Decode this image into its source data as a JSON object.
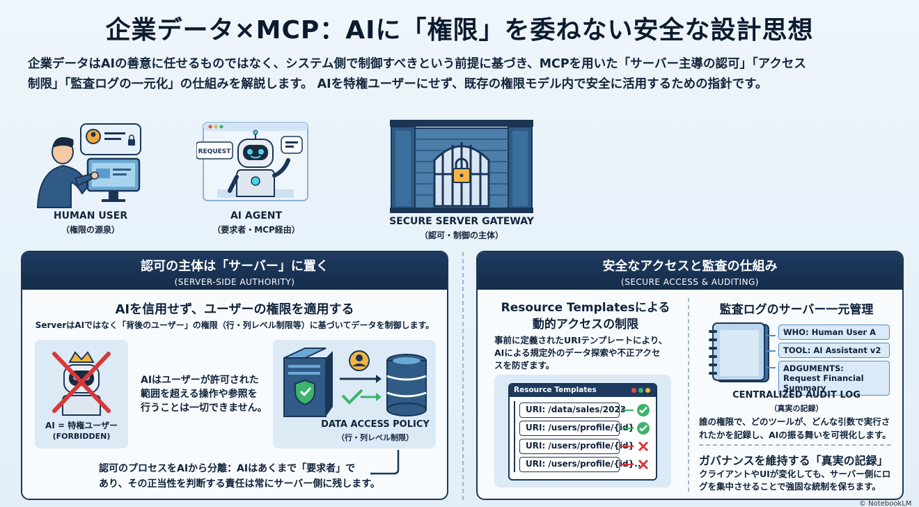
{
  "title": "企業データ×MCP：AIに「権限」を委ねない安全な設計思想",
  "intro": {
    "line1": "企業データはAIの善意に任せるものではなく、システム側で制御すべきという前提に基づき、MCPを用いた「サーバー主導の認可」「アクセス",
    "line2": "制限」「監査ログの一元化」の仕組みを解説します。 AIを特権ユーザーにせず、既存の権限モデル内で安全に活用するための指針です。"
  },
  "actors": {
    "human": {
      "label": "HUMAN USER",
      "sub": "（権限の源泉）"
    },
    "agent": {
      "label": "AI AGENT",
      "sub": "（要求者・MCP経由）",
      "bubble": "REQUEST"
    },
    "gateway": {
      "label": "SECURE SERVER GATEWAY",
      "sub": "（認可・制御の主体）"
    }
  },
  "left_panel": {
    "title": "認可の主体は「サーバー」に置く",
    "subtitle": "(SERVER-SIDE AUTHORITY)",
    "heading": "AIを信用せず、ユーザーの権限を適用する",
    "desc": "ServerはAIではなく「背後のユーザー」の権限（行・列レベル制限等）に基づいてデータを制御します。",
    "forbidden_label": "AI = 特権ユーザー",
    "forbidden_sub": "(FORBIDDEN)",
    "middle_line1": "AIはユーザーが許可された",
    "middle_line2": "範囲を超える操作や参照を",
    "middle_line3": "行うことは一切できません。",
    "policy_label": "DATA ACCESS POLICY",
    "policy_sub": "（行・列レベル制限）",
    "bottom_line1": "認可のプロセスをAIから分離：AIはあくまで「要求者」で",
    "bottom_line2": "あり、その正当性を判断する責任は常にサーバー側に残します。"
  },
  "right_panel": {
    "title": "安全なアクセスと監査の仕組み",
    "subtitle": "(SECURE ACCESS & AUDITING)",
    "rt_heading1": "Resource Templatesによる",
    "rt_heading2": "動的アクセスの制限",
    "rt_desc1": "事前に定義されたURIテンプレートにより、",
    "rt_desc2": "AIによる規定外のデータ探索や不正アクセ",
    "rt_desc3": "スを防ぎます。",
    "rt_window_title": "Resource Templates",
    "uris": [
      {
        "text": "URI: /data/sales/2023",
        "ok": true
      },
      {
        "text": "URI: /users/profile/{id}",
        "ok": true
      },
      {
        "text": "URI: /users/profile/{id}",
        "ok": false
      },
      {
        "text": "URI: /users/profile/{id}...",
        "ok": false
      }
    ],
    "audit_heading": "監査ログのサーバー一元管理",
    "log_who": "WHO: Human User A",
    "log_tool": "TOOL: AI Assistant v2",
    "log_args1": "ADGUMENTS:",
    "log_args2": "Request Financial Summary",
    "audit_label": "CENTRALIZED AUDIT LOG",
    "audit_sub": "（真実の記録）",
    "audit_desc1": "誰の権限で、どのツールが、どんな引数で実行さ",
    "audit_desc2": "れたかを記録し、AIの振る舞いを可視化します。",
    "gov_heading": "ガバナンスを維持する「真実の記録」",
    "gov_desc1": "クライアントやUIが変化しても、サーバー側にロ",
    "gov_desc2": "グを集中させることで強固な統制を保ちます。"
  },
  "watermark": "© NotebookLM"
}
